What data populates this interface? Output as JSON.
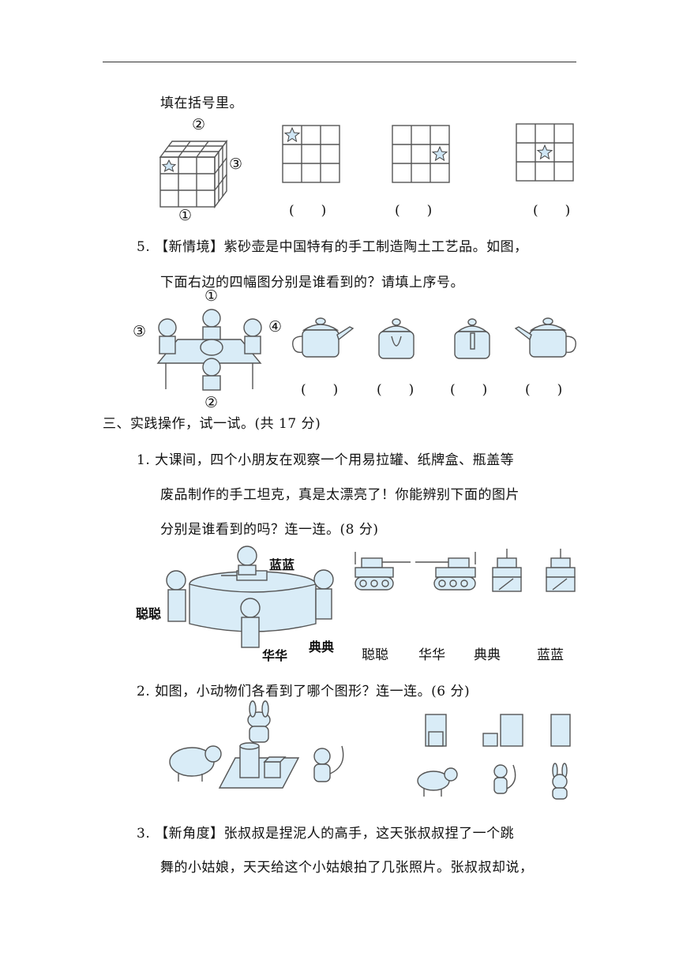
{
  "continuation": "填在括号里。",
  "cube_labels": [
    "①",
    "②",
    "③"
  ],
  "paren": "(　　)",
  "q5": {
    "line1": "5. 【新情境】紫砂壶是中国特有的手工制造陶土工艺品。如图，",
    "line2": "下面右边的四幅图分别是谁看到的？请填上序号。",
    "labels": [
      "①",
      "②",
      "③",
      "④"
    ]
  },
  "section3": "三、实践操作，试一试。(共 17  分)",
  "p1": {
    "line1": "1. 大课间，四个小朋友在观察一个用易拉罐、纸牌盒、瓶盖等",
    "line2": "废品制作的手工坦克，真是太漂亮了！你能辨别下面的图片",
    "line3": "分别是谁看到的吗？连一连。(8  分)",
    "kids": [
      "蓝蓝",
      "聪聪",
      "华华",
      "典典"
    ],
    "bottom_names": [
      "聪聪",
      "华华",
      "典典",
      "蓝蓝"
    ]
  },
  "p2": {
    "line1": "2. 如图，小动物们各看到了哪个图形？连一连。(6  分)"
  },
  "p3": {
    "line1": "3. 【新角度】张叔叔是捏泥人的高手，这天张叔叔捏了一个跳",
    "line2": "舞的小姑娘，天天给这个小姑娘拍了几张照片。张叔叔却说，"
  }
}
